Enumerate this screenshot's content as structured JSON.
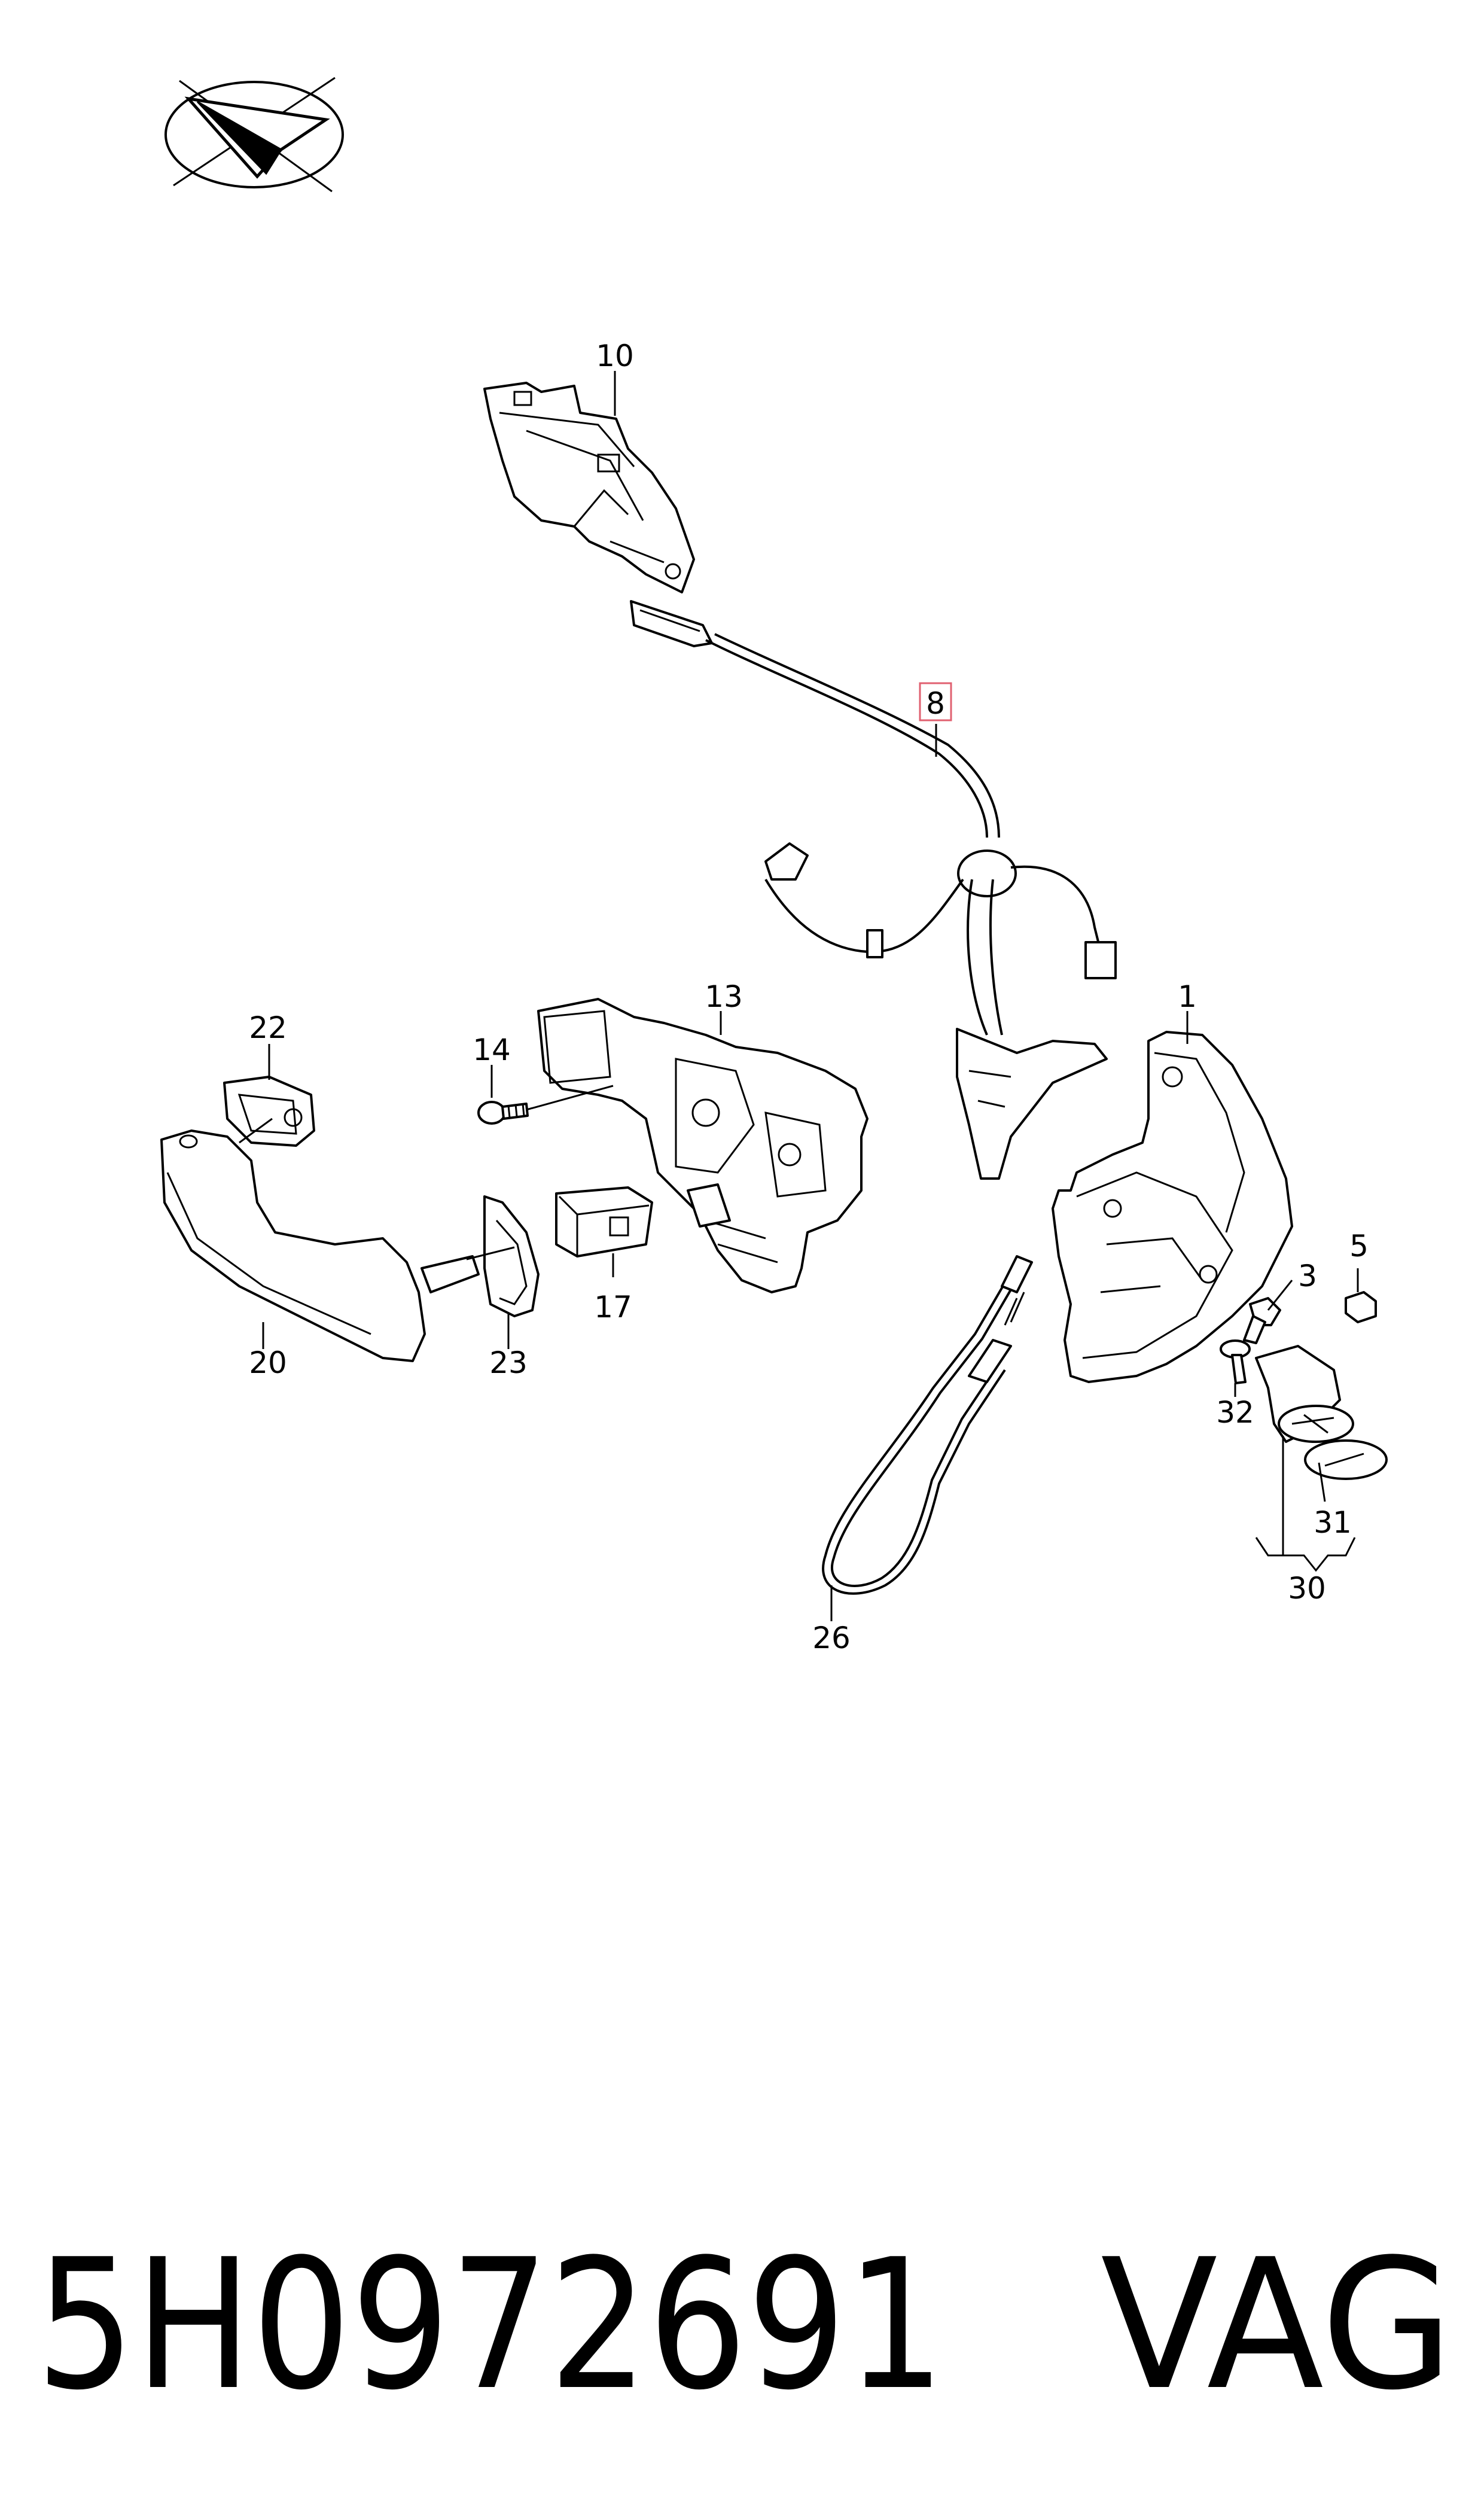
{
  "labels": {
    "l1": "1",
    "l3": "3",
    "l5": "5",
    "l8": "8",
    "l10": "10",
    "l13": "13",
    "l14": "14",
    "l17": "17",
    "l20": "20",
    "l22": "22",
    "l23": "23",
    "l26": "26",
    "l30": "30",
    "l31": "31",
    "l32": "32"
  },
  "footer": {
    "part_number": "5H0972691",
    "brand": "VAG"
  },
  "colors": {
    "highlight": "#e06070",
    "ink": "#000000",
    "background": "#ffffff"
  }
}
